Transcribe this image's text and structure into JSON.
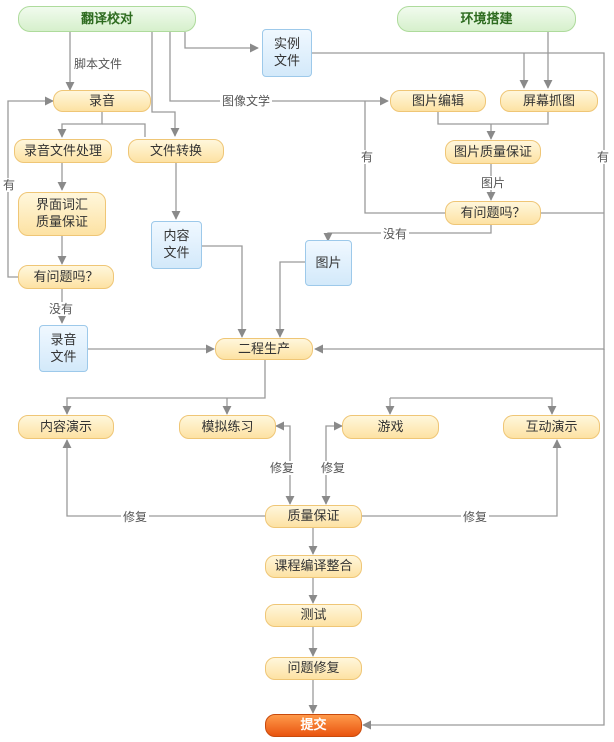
{
  "nodes": {
    "translate_check": "翻译校对",
    "env_setup": "环境搭建",
    "example_file": "实例\n文件",
    "recording": "录音",
    "image_edit": "图片编辑",
    "screen_capture": "屏幕抓图",
    "recording_process": "录音文件处理",
    "file_convert": "文件转换",
    "image_qa": "图片质量保证",
    "ui_glossary_qa": "界面词汇\n质量保证",
    "image_issue": "有问题吗？",
    "content_file": "内容\n文件",
    "image_file": "图片",
    "recording_issue": "有问题吗？",
    "recording_file": "录音\n文件",
    "second_production": "二程生产",
    "content_demo": "内容演示",
    "simulation_practice": "模拟练习",
    "game": "游戏",
    "interactive_demo": "互动演示",
    "quality_assurance": "质量保证",
    "course_compile": "课程编译整合",
    "testing": "测试",
    "issue_fix": "问题修复",
    "submit": "提交"
  },
  "labels": {
    "script_file": "脚本文件",
    "image_text": "图像文学",
    "yes_left": "有",
    "yes_mid": "有",
    "yes_right": "有",
    "image_label": "图片",
    "no_image": "没有",
    "no_recording": "没有",
    "fix_1": "修复",
    "fix_2": "修复",
    "fix_left": "修复",
    "fix_right": "修复"
  },
  "colors": {
    "line": "#9a9a9a",
    "start_green": "#d6f0cc",
    "process_orange": "#fde2a3",
    "file_blue": "#d3e9fa",
    "submit_red": "#e9540f"
  }
}
